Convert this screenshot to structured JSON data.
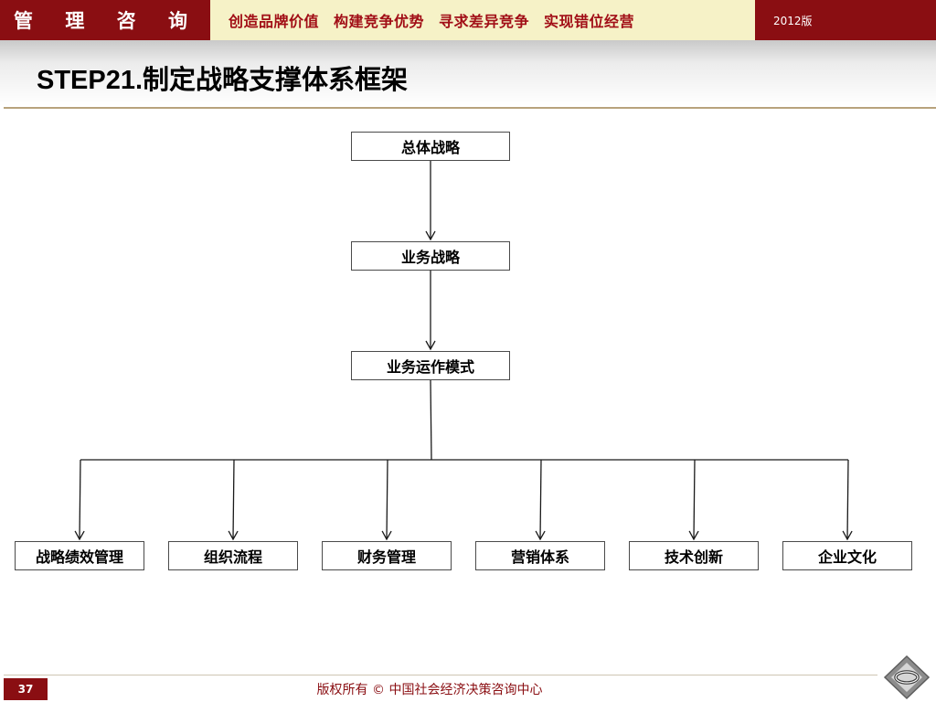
{
  "header": {
    "brand": "管 理 咨 询",
    "slogans": [
      "创造品牌价值",
      "构建竞争优势",
      "寻求差异竞争",
      "实现错位经营"
    ],
    "edition": "2012版"
  },
  "page": {
    "title": "STEP21.制定战略支撑体系框架"
  },
  "diagram": {
    "top": "总体战略",
    "middle": "业务战略",
    "operation": "业务运作模式",
    "children": [
      "战略绩效管理",
      "组织流程",
      "财务管理",
      "营销体系",
      "技术创新",
      "企业文化"
    ]
  },
  "footer": {
    "page_number": "37",
    "copyright": "版权所有 © 中国社会经济决策咨询中心"
  },
  "colors": {
    "header_red": "#8a0e12",
    "slogan_bg": "#f6f2c7",
    "line": "#1a1a1a"
  }
}
